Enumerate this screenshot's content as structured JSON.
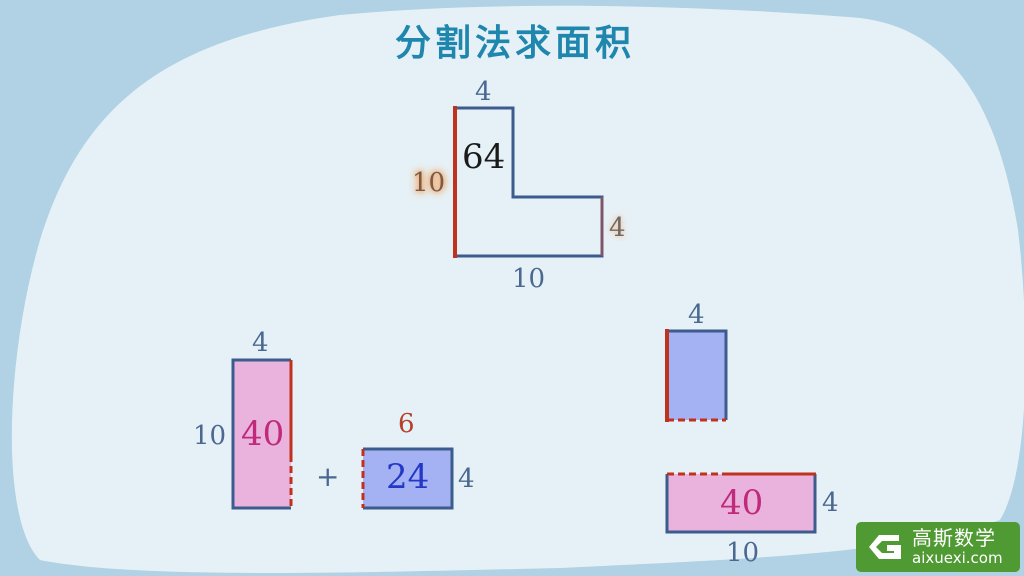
{
  "title": "分割法求面积",
  "colors": {
    "background": "#b0d2e4",
    "card": "#e6f1f7",
    "title": "#1f86ae",
    "outline": "#3b5c8c",
    "highlight_edge": "#c0311e",
    "pink_fill": "#e9b3de",
    "blue_fill": "#a4b1f2",
    "logo_green": "#4f9a33"
  },
  "l_shape": {
    "top_width": "4",
    "left_height": "10",
    "area": "64",
    "right_height": "4",
    "bottom_width": "10"
  },
  "vertical_split": {
    "left_rect": {
      "width": "4",
      "height": "10",
      "area": "40"
    },
    "operator": "+",
    "right_rect": {
      "width": "6",
      "height": "4",
      "area": "24"
    }
  },
  "horizontal_split": {
    "top_rect": {
      "width": "4"
    },
    "bottom_rect": {
      "area": "40",
      "height": "4",
      "width": "10"
    }
  },
  "logo": {
    "name": "高斯数学",
    "url": "aixuexi.com"
  }
}
